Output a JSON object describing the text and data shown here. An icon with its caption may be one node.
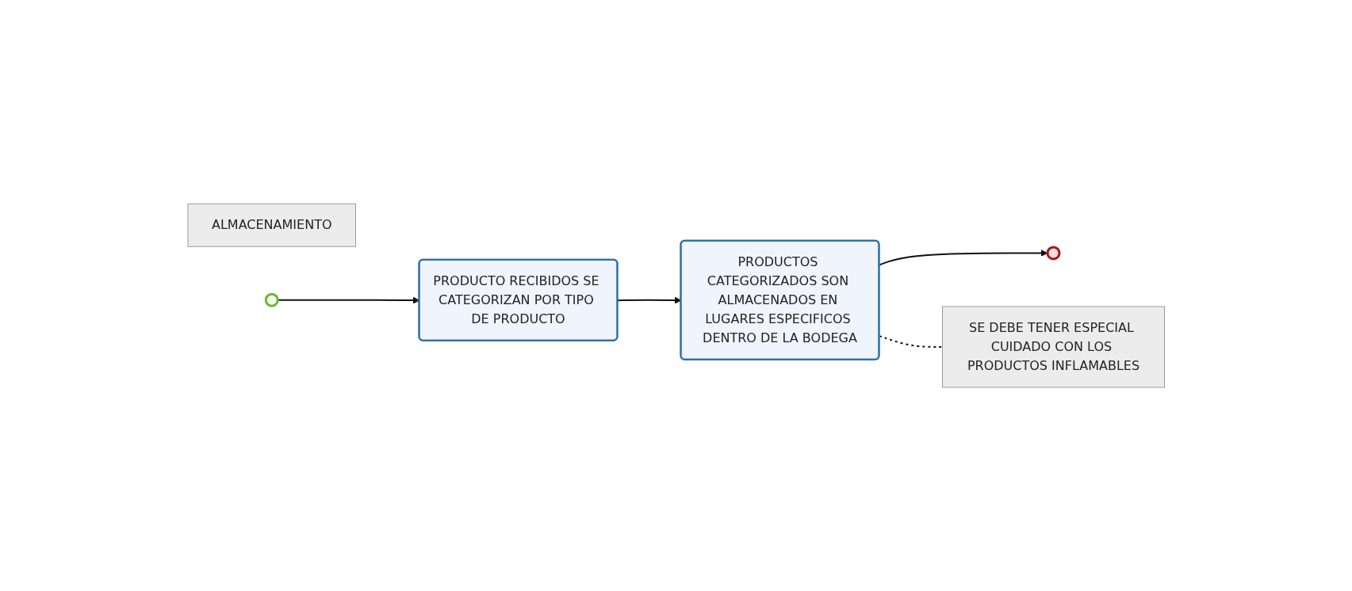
{
  "diagram": {
    "nodes": [
      {
        "text": [
          "ALMACENAMIENTO"
        ]
      },
      {
        "text": [],
        "shape": "circle"
      },
      {
        "text": [
          "PRODUCTO RECIBIDOS SE CATEGORIZAN POR TIPO DE PRODUCTO"
        ]
      },
      {
        "text": [
          "PRODUCTOS CATEGORIZADOS SON ALMACENADOS EN LUGARES ESPECIFICOS DENTRO DE LA BODEGA"
        ]
      },
      {
        "text": [],
        "shape": "circle"
      },
      {
        "text": [
          "SE DEBE TENER ESPECIAL CUIDADO CON LOS PRODUCTOS INFLAMABLES"
        ]
      }
    ],
    "edges": [
      {
        "from": 1,
        "to": 2,
        "arrow": "to"
      },
      {
        "from": 2,
        "to": 3,
        "arrow": "to"
      },
      {
        "from": 3,
        "to": 4,
        "arrow": "to"
      },
      {
        "from": 3,
        "to": 5,
        "arrow": "none",
        "style": "dashed"
      }
    ]
  }
}
